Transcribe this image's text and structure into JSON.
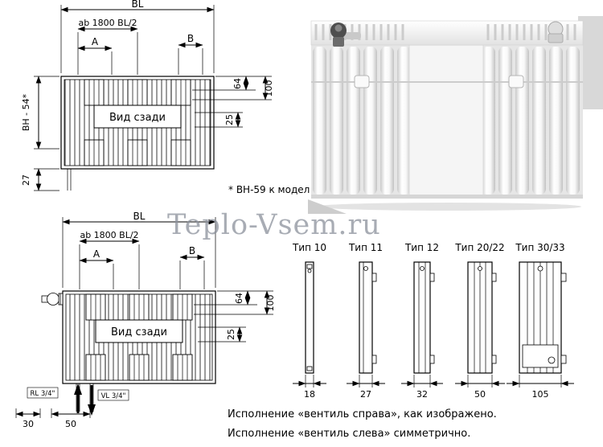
{
  "watermark": "Teplo-Vsem.ru",
  "note_bh": "* BH-59 к модел",
  "footer": {
    "line1": "Исполнение «вентиль справа», как изображено.",
    "line2": "Исполнение «вентиль слева» симметрично."
  },
  "drawing_top": {
    "bl": "BL",
    "ab1800": "ab 1800 BL/2",
    "a": "A",
    "b": "B",
    "d64": "64",
    "d100": "100",
    "d25": "25",
    "bh": "BH - 54*",
    "d27": "27",
    "rear_view": "Вид сзади"
  },
  "drawing_bottom": {
    "bl": "BL",
    "ab1800": "ab 1800 BL/2",
    "a": "A",
    "b": "B",
    "d64": "64",
    "d100": "100",
    "d25": "25",
    "rear_view": "Вид сзади",
    "rl": "RL 3/4\"",
    "vl": "VL 3/4\"",
    "d30": "30",
    "d50": "50"
  },
  "types": {
    "items": [
      {
        "label": "Тип 10",
        "width": "18"
      },
      {
        "label": "Тип 11",
        "width": "27"
      },
      {
        "label": "Тип 12",
        "width": "32"
      },
      {
        "label": "Тип 20/22",
        "width": "50"
      },
      {
        "label": "Тип 30/33",
        "width": "105"
      }
    ]
  }
}
